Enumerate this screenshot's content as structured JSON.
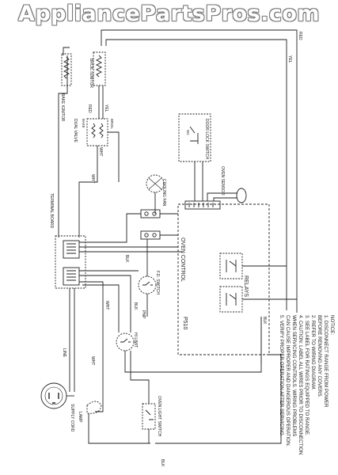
{
  "watermark": "AppliancePartsPros.com",
  "labels": {
    "bake_ignitor": "BAKE IGNITOR",
    "broil_ignitor": "BROIL IGNITOR",
    "yel_top": "YEL",
    "red_top": "RED",
    "red_valve": "RED",
    "yel_valve": "YEL",
    "bake": "BAKE",
    "broil": "BROIL",
    "dual_valve": "DUAL VALVE",
    "wht_valve": "WHT",
    "wht_mid": "WHT",
    "wht_lower": "WHT",
    "wht_bottom": "WHT",
    "terminal_board": "TERMINAL BOARD",
    "cooling_fan": "COOLING FAN",
    "door_lock_switch": "DOOR LOCK SWITCH",
    "nc": "NO",
    "oven_sensor": "OVEN SENSOR",
    "oven_control": "OVEN CONTROL",
    "relays": "RELAYS",
    "p510": "P510",
    "blk_mid": "BLK",
    "blk_low": "BLK",
    "blk_right": "BLK",
    "blk_bottom": "BLK",
    "pnp": "PNP",
    "fd_switch": "F.D. SWITCH",
    "hi_limit": "HI LIMIT",
    "line": "LINE",
    "supply_cord": "SUPPLY CORD",
    "lamp": "LAMP",
    "oven_light_switch": "OVEN LIGHT SWITCH"
  },
  "notes": {
    "title": "NOTICE:",
    "lines": [
      "1. DISCONNECT RANGE FROM POWER",
      "   BEFORE REMOVING ANY COVERS.",
      "2. REFER TO WIRING DIAGRAM.",
      "3. SEE LABEL FOR RATINGS EQUIPPED TO RANGE.",
      "4. CAUTION: LABEL ALL WIRES PRIOR TO DISCONNECTION",
      "   WHEN SERVICING CONTROLS. WIRING PROBLEMS",
      "   CAN CAUSE IMPROPER AND DANGEROUS OPERATION.",
      "5. VERIFY PROPER OPERATION AFTER SERVICING."
    ]
  }
}
